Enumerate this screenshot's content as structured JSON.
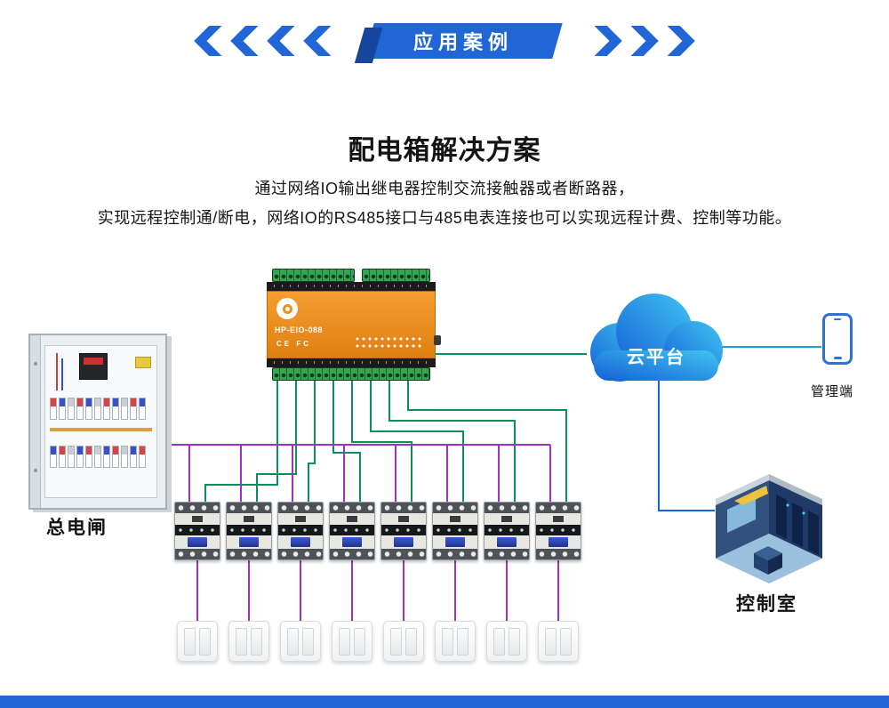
{
  "banner": {
    "label": "应用案例"
  },
  "title": "配电箱解决方案",
  "description": {
    "line1": "通过网络IO输出继电器控制交流接触器或者断路器，",
    "line2": "实现远程控制通/断电，网络IO的RS485接口与485电表连接也可以实现远程计费、控制等功能。"
  },
  "device": {
    "model": "HP-EIO-088",
    "certs": "CE FC"
  },
  "labels": {
    "main_switch": "总电闸",
    "cloud": "云平台",
    "management": "管理端",
    "control_room": "控制室"
  },
  "colors": {
    "banner_blue": "#2166d6",
    "green_wire": "#0a9158",
    "purple_wire": "#a032c0",
    "cloud_blue": "#1565d8",
    "device_orange": "#ef8f1c"
  }
}
